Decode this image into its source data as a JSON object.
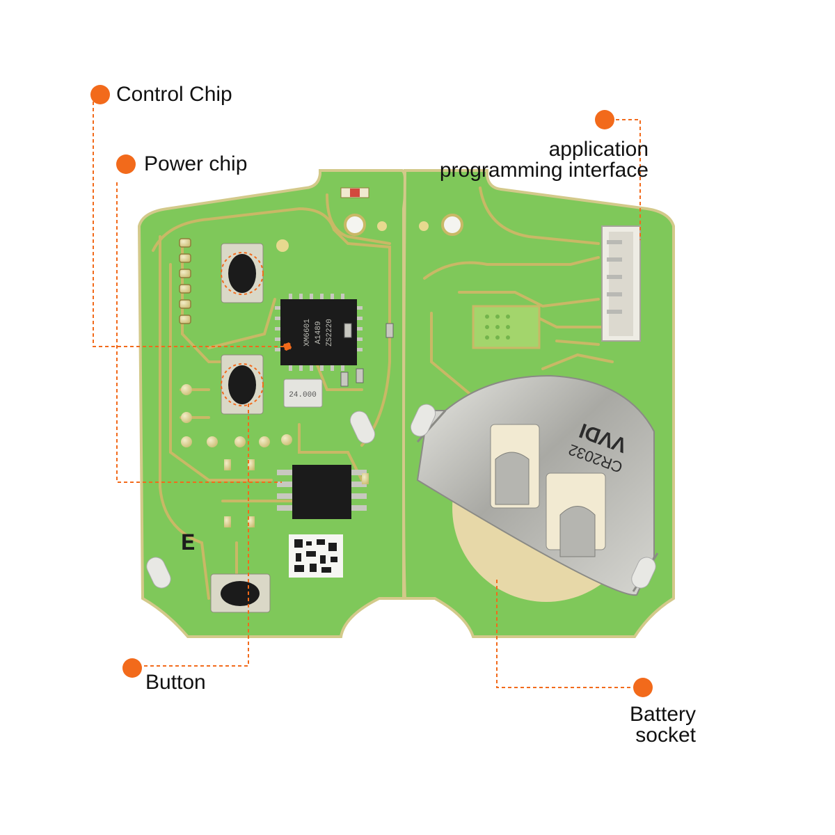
{
  "callouts": [
    {
      "id": "control-chip",
      "lines": [
        "Control Chip"
      ]
    },
    {
      "id": "power-chip",
      "lines": [
        "Power chip"
      ]
    },
    {
      "id": "button",
      "lines": [
        "Button"
      ]
    },
    {
      "id": "api",
      "lines": [
        "application",
        "programming interface"
      ]
    },
    {
      "id": "battery-socket",
      "lines": [
        "Battery",
        "socket"
      ]
    }
  ],
  "board_markings": {
    "mcu_line1": "XM6601",
    "mcu_line2": "A1489",
    "mcu_line3": "ZS2220",
    "crystal": "24.000",
    "silk_letter": "E",
    "battery_text": "CR2032",
    "battery_brand": "VVDI"
  },
  "colors": {
    "callout_accent": "#f26a1b",
    "pcb_green": "#7fc85a",
    "pcb_edge": "#d8cf8a",
    "trace": "#c9b866",
    "chip": "#1b1b1b",
    "metal": "#b9b9b4"
  }
}
